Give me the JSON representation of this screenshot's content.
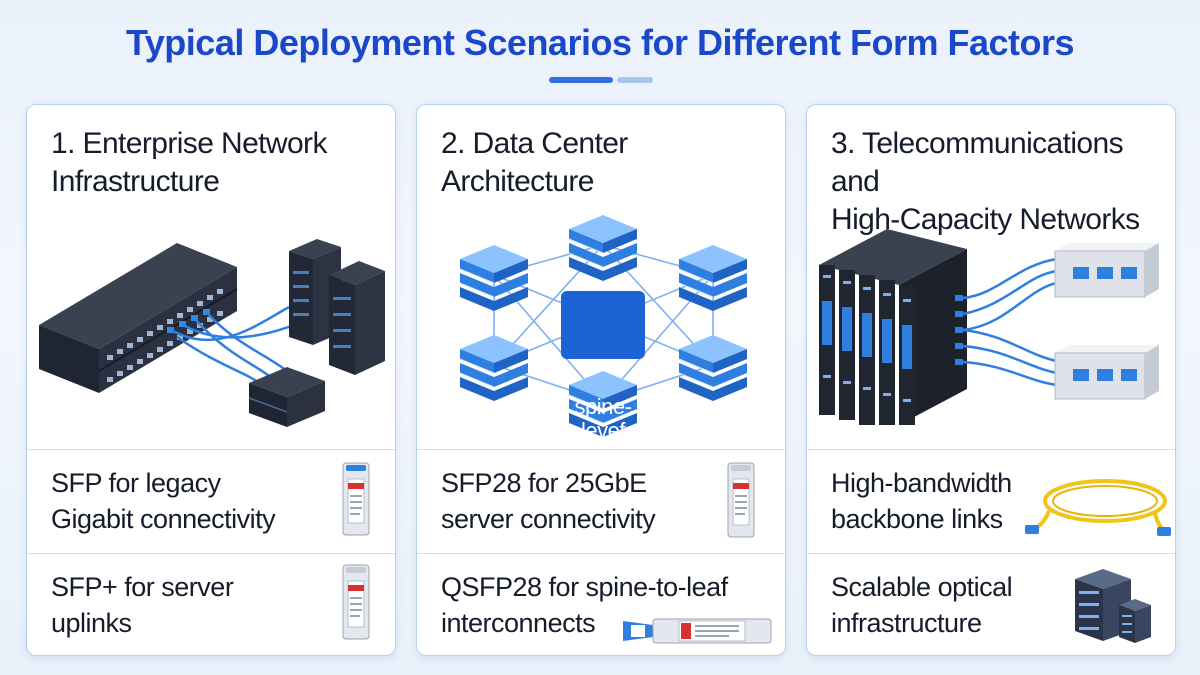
{
  "page": {
    "title": "Typical Deployment Scenarios for Different Form Factors"
  },
  "colors": {
    "title": "#1a48c9",
    "accent": "#2f6fde",
    "card_border": "#b9d1f1",
    "text": "#161c2a"
  },
  "cards": [
    {
      "heading_line1": "1. Enterprise Network",
      "heading_line2": "Infrastructure",
      "illustration": "switch-and-servers-icon",
      "rows": [
        {
          "line1": "SFP for legacy",
          "line2": "Gigabit connectivity",
          "icon": "sfp-module-icon"
        },
        {
          "line1": "SFP+ for server",
          "line2": "uplinks",
          "icon": "sfp-plus-module-icon"
        }
      ]
    },
    {
      "heading_line1": "2. Data Center",
      "heading_line2": "Architecture",
      "illustration": "spine-leaf-topology-icon",
      "diagram_label_line1": "spine-",
      "diagram_label_line2": "levef",
      "rows": [
        {
          "line1": "SFP28 for 25GbE",
          "line2": "server connectivity",
          "icon": "sfp28-module-icon"
        },
        {
          "line1": "QSFP28 for spine-to-leaf",
          "line2": "interconnects",
          "icon": "qsfp28-module-icon"
        }
      ]
    },
    {
      "heading_line1": "3. Telecommunications and",
      "heading_line2": "High-Capacity Networks",
      "illustration": "telecom-rack-icon",
      "rows": [
        {
          "line1": "High-bandwidth",
          "line2": "backbone links",
          "icon": "fiber-cable-icon"
        },
        {
          "line1": "Scalable optical",
          "line2": "infrastructure",
          "icon": "server-stack-icon"
        }
      ]
    }
  ]
}
